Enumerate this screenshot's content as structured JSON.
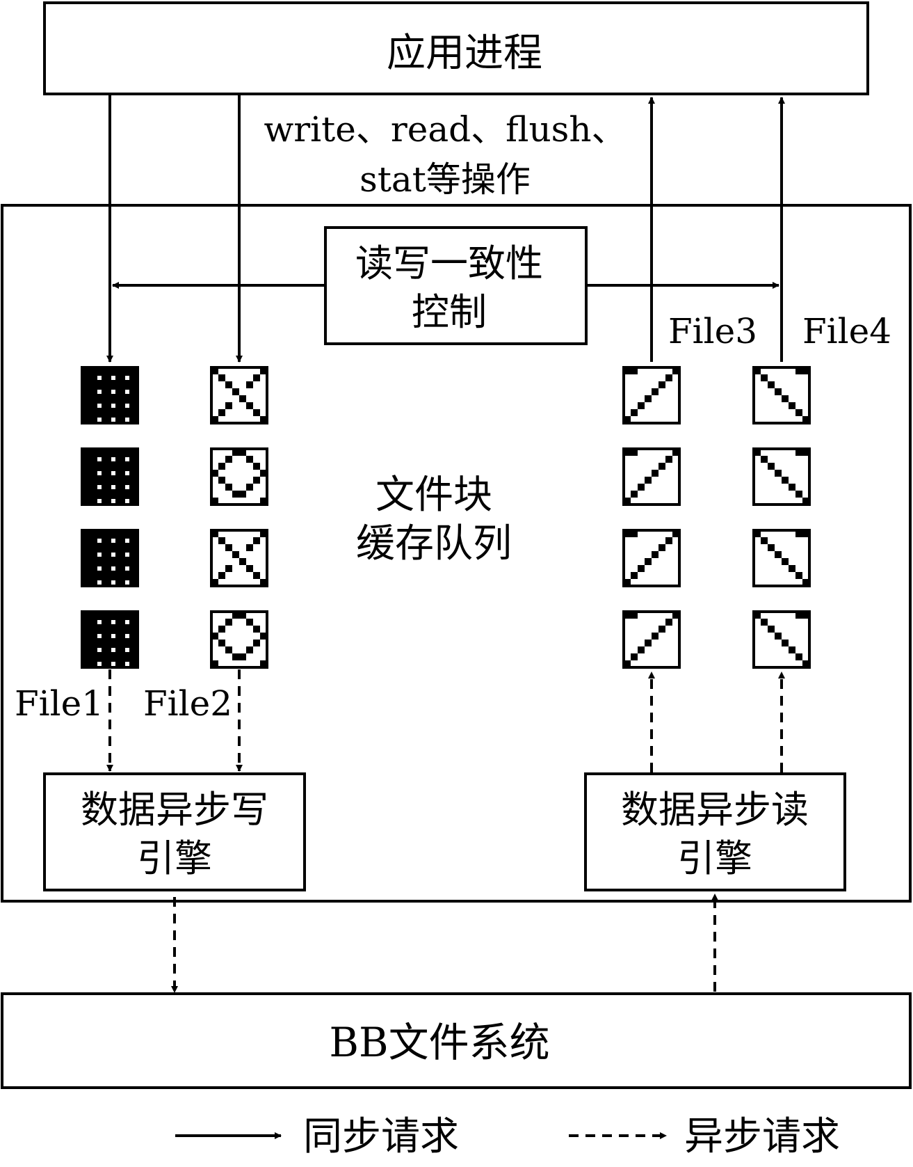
{
  "app_process": "应用进程",
  "operations": {
    "line1": "write、read、flush、",
    "line2": "stat等操作"
  },
  "consistency_control": {
    "line1": "读写一致性",
    "line2": "控制"
  },
  "cache_queue": {
    "line1": "文件块",
    "line2": "缓存队列"
  },
  "files": {
    "file1": "File1",
    "file2": "File2",
    "file3": "File3",
    "file4": "File4"
  },
  "async_write_engine": {
    "line1": "数据异步写",
    "line2": "引擎"
  },
  "async_read_engine": {
    "line1": "数据异步读",
    "line2": "引擎"
  },
  "bb_filesystem": "BB文件系统",
  "legend": {
    "sync_request": "同步请求",
    "async_request": "异步请求"
  }
}
